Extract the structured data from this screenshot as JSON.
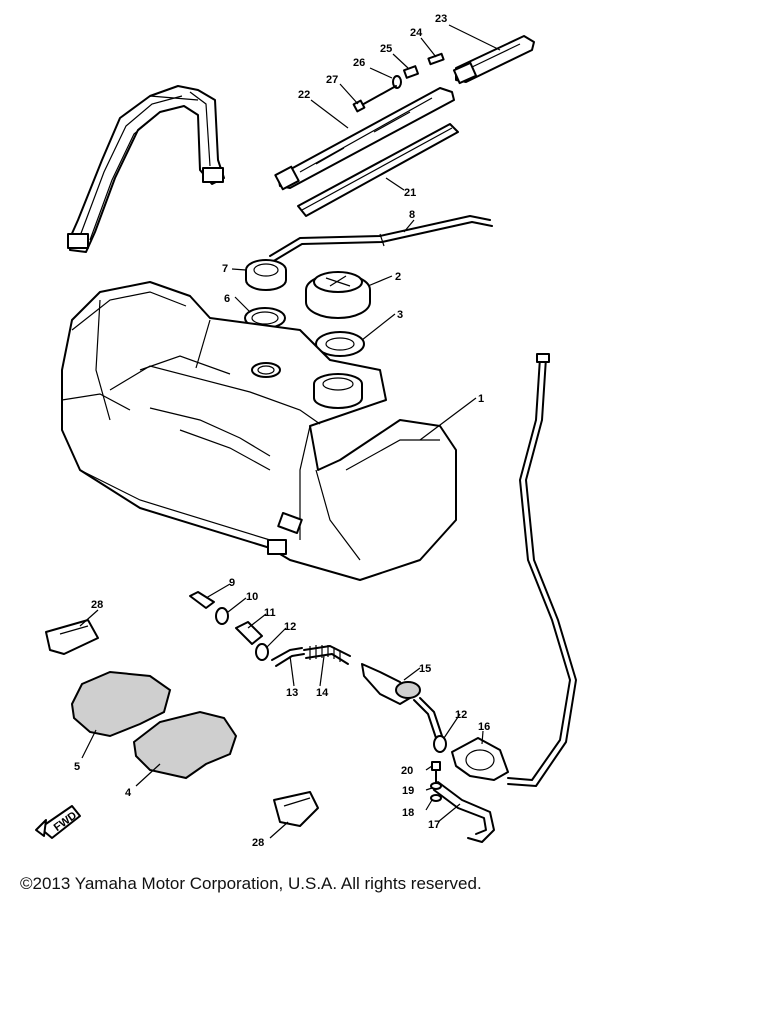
{
  "parts": [
    {
      "id": "part-1",
      "label": "1"
    },
    {
      "id": "part-2",
      "label": "2"
    },
    {
      "id": "part-3",
      "label": "3"
    },
    {
      "id": "part-4",
      "label": "4"
    },
    {
      "id": "part-5",
      "label": "5"
    },
    {
      "id": "part-6",
      "label": "6"
    },
    {
      "id": "part-7",
      "label": "7"
    },
    {
      "id": "part-8",
      "label": "8"
    },
    {
      "id": "part-9",
      "label": "9"
    },
    {
      "id": "part-10",
      "label": "10"
    },
    {
      "id": "part-11",
      "label": "11"
    },
    {
      "id": "part-12a",
      "label": "12"
    },
    {
      "id": "part-12b",
      "label": "12"
    },
    {
      "id": "part-13",
      "label": "13"
    },
    {
      "id": "part-14",
      "label": "14"
    },
    {
      "id": "part-15",
      "label": "15"
    },
    {
      "id": "part-16",
      "label": "16"
    },
    {
      "id": "part-17",
      "label": "17"
    },
    {
      "id": "part-18",
      "label": "18"
    },
    {
      "id": "part-19",
      "label": "19"
    },
    {
      "id": "part-20",
      "label": "20"
    },
    {
      "id": "part-21",
      "label": "21"
    },
    {
      "id": "part-22",
      "label": "22"
    },
    {
      "id": "part-23",
      "label": "23"
    },
    {
      "id": "part-24",
      "label": "24"
    },
    {
      "id": "part-25",
      "label": "25"
    },
    {
      "id": "part-26",
      "label": "26"
    },
    {
      "id": "part-27",
      "label": "27"
    },
    {
      "id": "part-28a",
      "label": "28"
    },
    {
      "id": "part-28b",
      "label": "28"
    }
  ],
  "fwd_marker": "FWD",
  "copyright": "©2013 Yamaha Motor Corporation, U.S.A. All rights reserved."
}
